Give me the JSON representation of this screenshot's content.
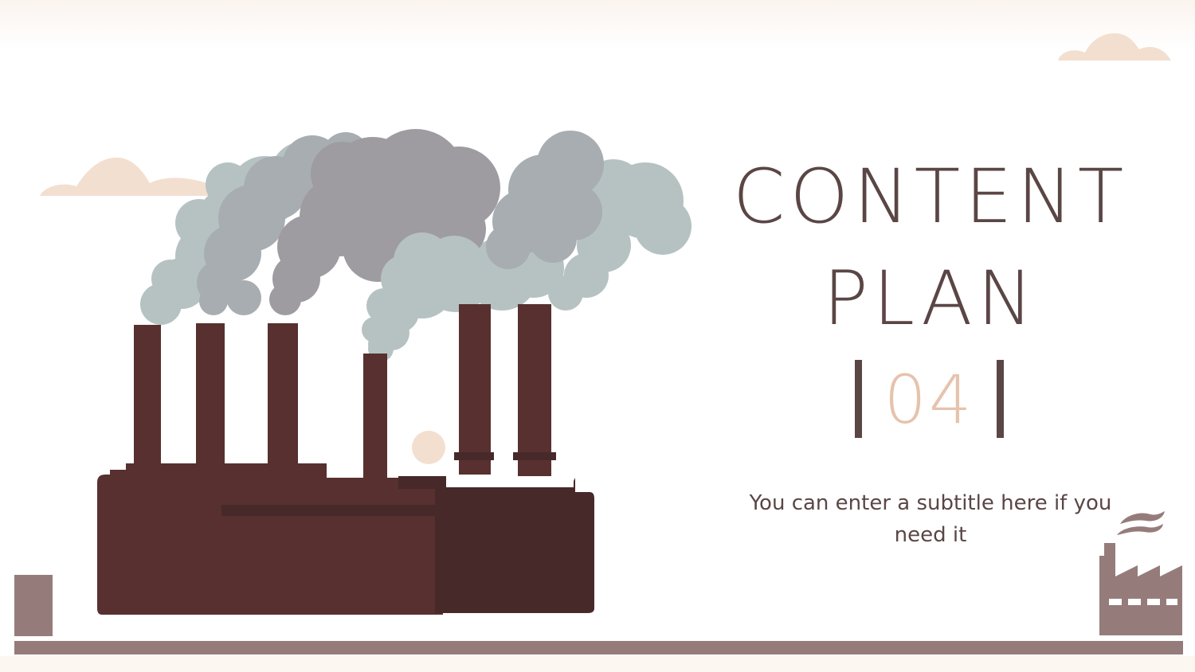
{
  "slide": {
    "title_lines": [
      "CONTENT",
      "PLAN"
    ],
    "section_number": "04",
    "subtitle": "You can enter a subtitle here if you need it"
  },
  "colors": {
    "title_text": "#5a4645",
    "section_number": "#e6c3ad",
    "factory_dark": "#57302f",
    "factory_shadow": "#47292a",
    "smoke_light": "#b6c2c2",
    "smoke_mid": "#a7adb0",
    "smoke_dark": "#9e9ca1",
    "cloud": "#f3dfd0",
    "ground": "#957c7a"
  },
  "illustrations": [
    "factory-smoke-illustration",
    "cloud-icon",
    "small-factory-icon",
    "sun-icon"
  ]
}
